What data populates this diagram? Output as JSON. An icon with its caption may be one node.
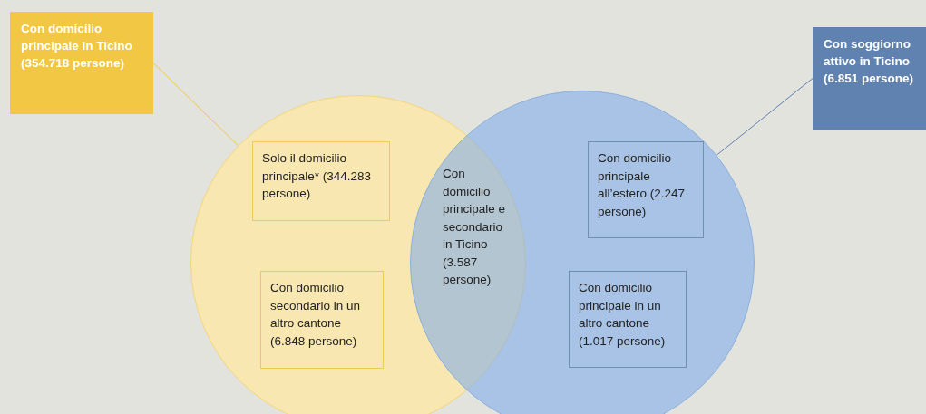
{
  "diagram": {
    "nodes": [
      {
        "text": [
          "Con domicilio principale in Ticino (354.718 persone)"
        ]
      },
      {
        "text": [
          "Con soggiorno attivo in Ticino (6.851 persone)"
        ]
      },
      {
        "text": [],
        "shape": "circle"
      },
      {
        "text": [],
        "shape": "circle"
      },
      {
        "text": [
          "Solo il domicilio principale* (344.283 persone)"
        ],
        "in": 2
      },
      {
        "text": [
          "Con domicilio secondario in un altro cantone (6.848 persone)"
        ],
        "in": 2
      },
      {
        "text": [
          "Con domicilio principale all’estero (2.247 persone)"
        ],
        "in": 3
      },
      {
        "text": [
          "Con domicilio principale in un altro cantone (1.017 persone)"
        ],
        "in": 3
      }
    ],
    "edges": [
      {
        "from": 0,
        "to": 2,
        "arrow": "none",
        "color": "#f2c744"
      },
      {
        "from": 1,
        "to": 3,
        "arrow": "none",
        "color": "#5f82b0"
      }
    ],
    "labels": [
      "Con domicilio principale e secondario in Ticino (3.587 persone)"
    ]
  }
}
